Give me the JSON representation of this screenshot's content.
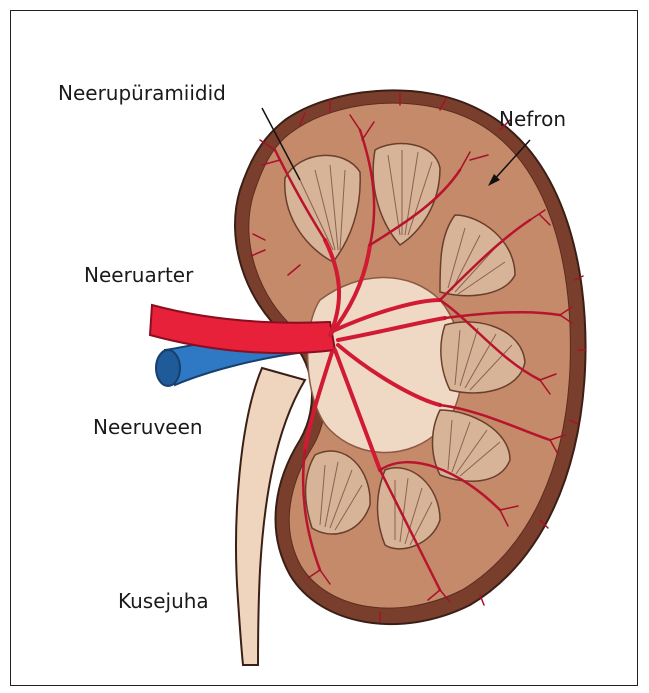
{
  "labels": {
    "pyramids": "Neerupüramiidid",
    "nephron": "Nefron",
    "artery": "Neeruarter",
    "vein": "Neeruveen",
    "ureter": "Kusejuha"
  },
  "colors": {
    "capsule": "#7a3f2c",
    "cortex": "#c48a6a",
    "medulla": "#e9c9ab",
    "pelvis": "#efd9c4",
    "artery": "#e8213a",
    "vessel_branch": "#b8142d",
    "vein": "#2f78c4",
    "pyramid": "#9c7561",
    "outline": "#3b1f16"
  }
}
